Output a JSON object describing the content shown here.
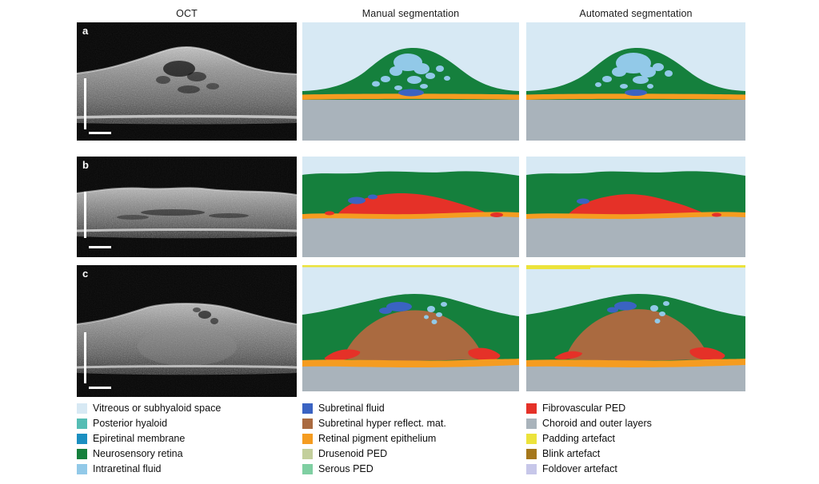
{
  "figure": {
    "column_headers": [
      "OCT",
      "Manual segmentation",
      "Automated segmentation"
    ],
    "row_labels": [
      "a",
      "b",
      "c"
    ]
  },
  "legend": {
    "columns": [
      {
        "items": [
          {
            "key": "vitreous",
            "label": "Vitreous or subhyaloid space",
            "color": "#d7e9f4"
          },
          {
            "key": "posterior_hyaloid",
            "label": "Posterior hyaloid",
            "color": "#55bdb4"
          },
          {
            "key": "epiretinal",
            "label": "Epiretinal membrane",
            "color": "#1b8fc1"
          },
          {
            "key": "retina",
            "label": "Neurosensory retina",
            "color": "#15803d"
          },
          {
            "key": "intraretinal",
            "label": "Intraretinal fluid",
            "color": "#92c9e8"
          }
        ]
      },
      {
        "items": [
          {
            "key": "subretinal_fluid",
            "label": "Subretinal fluid",
            "color": "#3a63c2"
          },
          {
            "key": "shrm",
            "label": "Subretinal hyper reflect. mat.",
            "color": "#aa6a40"
          },
          {
            "key": "rpe",
            "label": "Retinal pigment epithelium",
            "color": "#f59c20"
          },
          {
            "key": "drusenoid",
            "label": "Drusenoid PED",
            "color": "#c3cf9c"
          },
          {
            "key": "serous",
            "label": "Serous PED",
            "color": "#7fcfa2"
          }
        ]
      },
      {
        "items": [
          {
            "key": "fibrovascular",
            "label": "Fibrovascular PED",
            "color": "#e53128"
          },
          {
            "key": "choroid",
            "label": "Choroid and outer layers",
            "color": "#a9b3bb"
          },
          {
            "key": "padding",
            "label": "Padding artefact",
            "color": "#ece33b"
          },
          {
            "key": "blink",
            "label": "Blink artefact",
            "color": "#a5771b"
          },
          {
            "key": "foldover",
            "label": "Foldover artefact",
            "color": "#c7c7e9"
          }
        ]
      }
    ]
  }
}
